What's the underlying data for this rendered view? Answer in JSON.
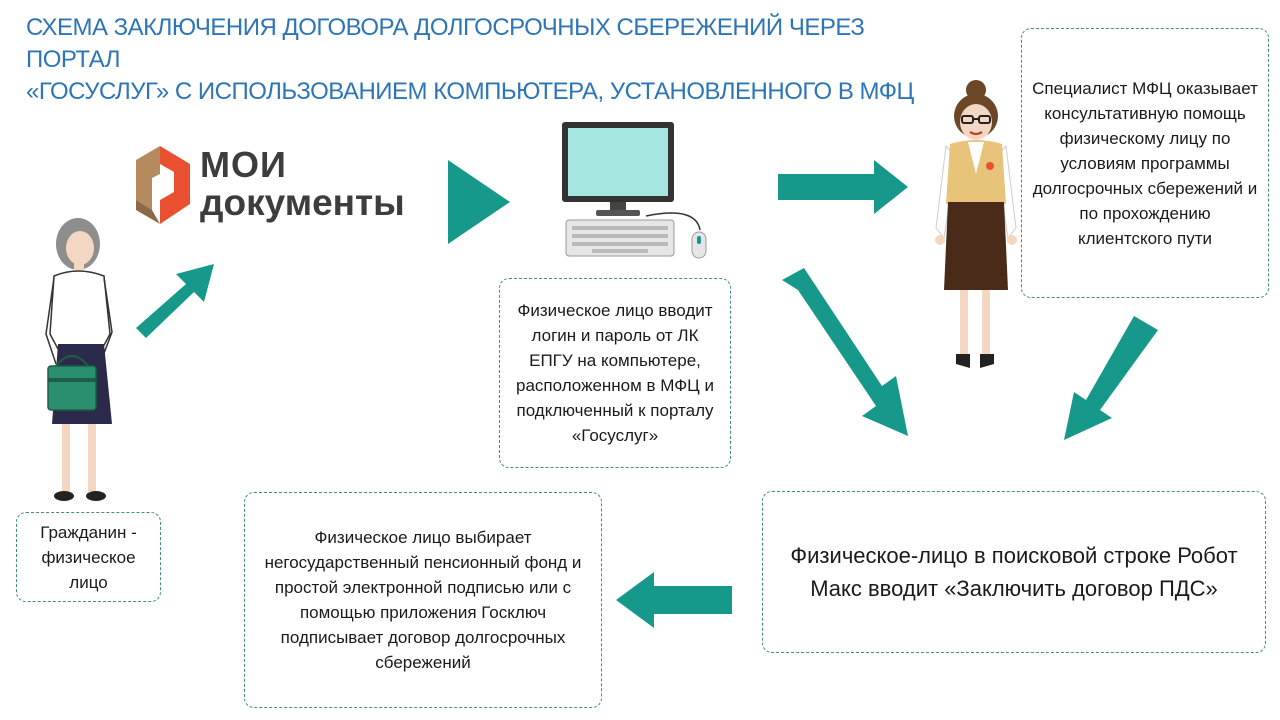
{
  "title": {
    "line1": "СХЕМА ЗАКЛЮЧЕНИЯ ДОГОВОРА ДОЛГОСРОЧНЫХ СБЕРЕЖЕНИЙ ЧЕРЕЗ ПОРТАЛ",
    "line2": "«ГОСУСЛУГ» С ИСПОЛЬЗОВАНИЕМ КОМПЬЮТЕРА, УСТАНОВЛЕННОГО В МФЦ"
  },
  "logo": {
    "line1": "МОИ",
    "line2": "документы"
  },
  "citizen_label": "Гражданин - физическое лицо",
  "step_login": "Физическое лицо вводит логин и пароль от ЛК ЕПГУ на компьютере, расположенном в МФЦ и подключенный к порталу «Госуслуг»",
  "step_specialist": "Специалист МФЦ оказывает консультативную помощь физическому лицу по условиям программы долгосрочных сбережений и по прохождению клиентского пути",
  "step_search": "Физическое-лицо в поисковой строке Робот Макс вводит «Заключить договор ПДС»",
  "step_sign": "Физическое лицо выбирает негосударственный пенсионный фонд и простой электронной подписью или с помощью приложения Госключ подписывает договор долгосрочных сбережений",
  "colors": {
    "accent": "#16998a",
    "title": "#2e75b6",
    "logo_orange": "#e8502f",
    "logo_brown": "#b58a5e"
  }
}
